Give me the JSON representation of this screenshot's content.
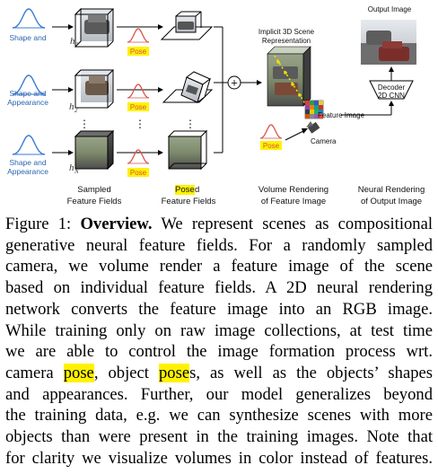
{
  "figure": {
    "shape_label_line1": "Shape and",
    "shape_label_line2": "Appearance",
    "h1": "h",
    "h1_sub": "1",
    "h2": "h",
    "h2_sub": "2",
    "hN": "h",
    "hN_sub": "N",
    "pose": "Pose",
    "dots": "⋮",
    "implicit_line1": "Implicit 3D Scene",
    "implicit_line2": "Representation",
    "output_image": "Output Image",
    "decoder_line1": "Decoder",
    "decoder_line2": "2D CNN",
    "feature_image": "Feature Image",
    "camera": "Camera",
    "plus": "+",
    "col_sampled_line1": "Sampled",
    "col_sampled_line2": "Feature Fields",
    "col_posed_hl": "Pose",
    "col_posed_rest": "d",
    "col_posed_line2": "Feature Fields",
    "col_volume_line1": "Volume Rendering",
    "col_volume_line2": "of Feature Image",
    "col_neural_line1": "Neural Rendering",
    "col_neural_line2": "of Output Image"
  },
  "caption": {
    "figure_label": "Figure 1: ",
    "overview": "Overview.",
    "l1_rest": " We represent scenes as compositional",
    "l2": "generative neural feature fields. For a randomly sampled",
    "l3": "camera, we volume render a feature image of the scene",
    "l4": "based on individual feature fields. A 2D neural rendering",
    "l5": "network converts the feature image into an RGB image.",
    "l6": "While training only on raw image collections, at test time",
    "l7": "we are able to control the image formation process wrt.",
    "l8_a": "camera ",
    "l8_pose": "pose",
    "l8_b": ", object ",
    "l8_poses": "pose",
    "l8_c": "s, as well as the objects’ shapes",
    "l9": "and appearances. Further, our model generalizes beyond",
    "l10": "the training data, e.g. we can synthesize scenes with more",
    "l11": "objects than were present in the training images. Note that",
    "l12": "for clarity we visualize volumes in color instead of features."
  }
}
